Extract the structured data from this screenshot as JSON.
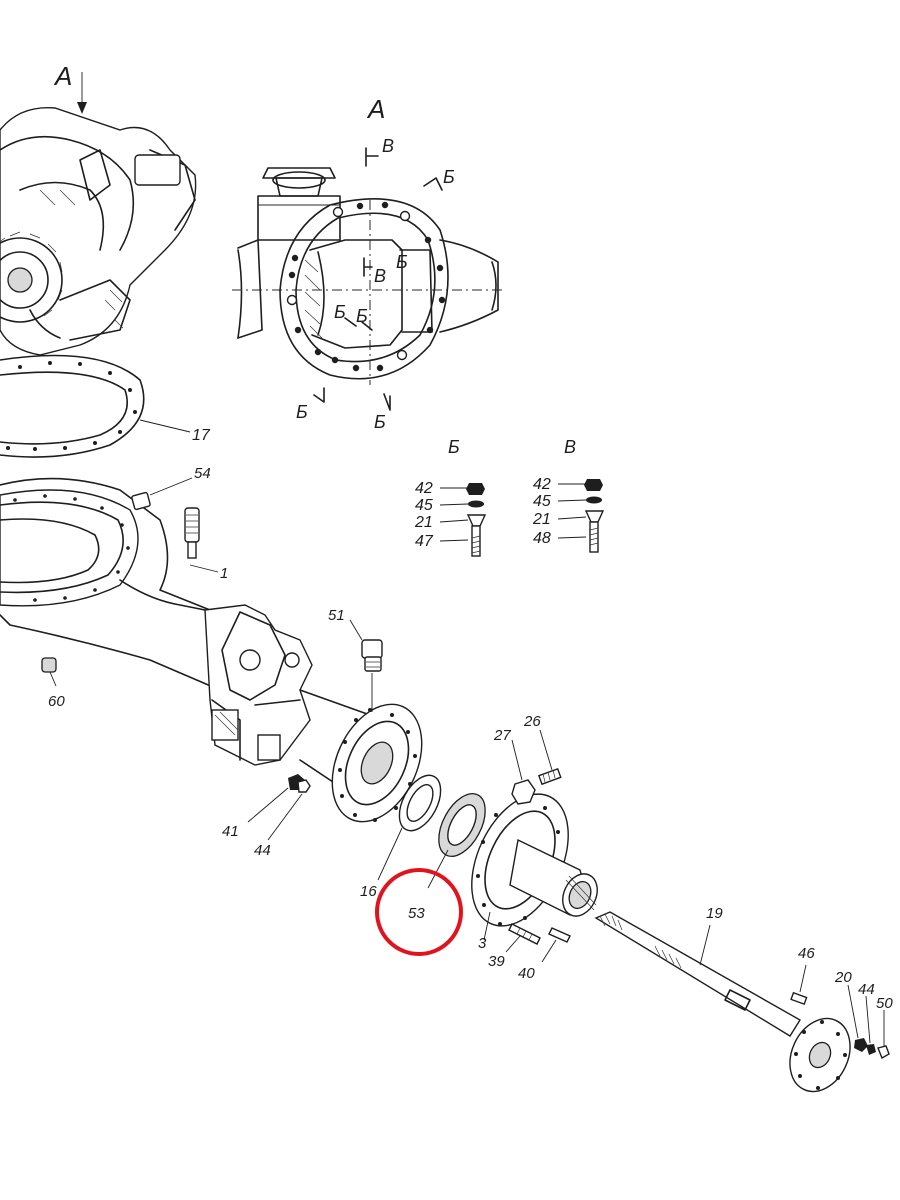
{
  "view_labels": {
    "main_view": "А",
    "detail_view": "А"
  },
  "section_marks": {
    "b": "Б",
    "v": "В"
  },
  "part_numbers": {
    "p17": "17",
    "p54": "54",
    "p1": "1",
    "p60": "60",
    "p51": "51",
    "p41": "41",
    "p44a": "44",
    "p16": "16",
    "p53": "53",
    "p3": "3",
    "p27": "27",
    "p26": "26",
    "p39": "39",
    "p40": "40",
    "p19": "19",
    "p46": "46",
    "p20": "20",
    "p44b": "44",
    "p50": "50"
  },
  "fastener_sets": {
    "b": {
      "title": "Б",
      "items": [
        "42",
        "45",
        "21",
        "47"
      ]
    },
    "v": {
      "title": "В",
      "items": [
        "42",
        "45",
        "21",
        "48"
      ]
    }
  },
  "highlight": {
    "label": "53",
    "color": "#e0141e"
  }
}
